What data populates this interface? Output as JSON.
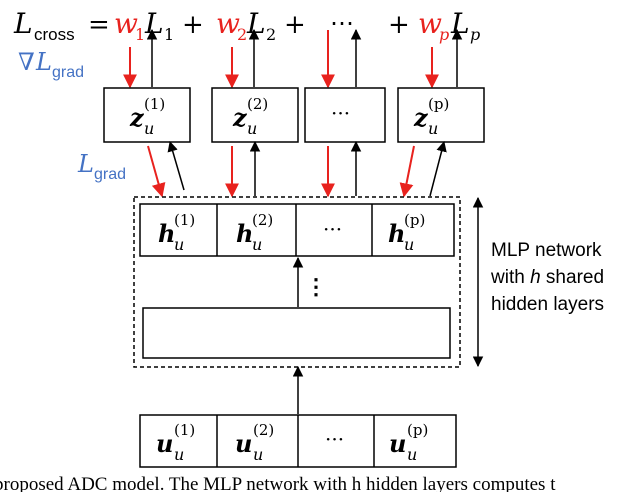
{
  "colors": {
    "ink": "#000000",
    "red": "#e8221e",
    "blue": "#4472c4"
  },
  "top_equation": {
    "lhs_symbol": "L",
    "lhs_sub": "cross",
    "equals": "=",
    "terms": [
      {
        "weight": "w",
        "weight_sub": "1",
        "loss": "L",
        "loss_sub": "1"
      },
      {
        "weight": "w",
        "weight_sub": "2",
        "loss": "L",
        "loss_sub": "2"
      },
      {
        "weight": "w",
        "weight_sub": "p",
        "loss": "L",
        "loss_sub": "p"
      }
    ],
    "plus": "+",
    "ellipsis": "⋯"
  },
  "labels": {
    "nabla": "∇",
    "grad_symbol": "L",
    "grad_sub": "grad"
  },
  "z_boxes": {
    "symbol": "z",
    "sub": "u",
    "sups": [
      "(1)",
      "(2)",
      "(p)"
    ],
    "ellipsis": "···"
  },
  "h_boxes": {
    "symbol": "h",
    "sub": "u",
    "sups": [
      "(1)",
      "(2)",
      "(p)"
    ],
    "ellipsis": "···"
  },
  "u_boxes": {
    "symbol": "u",
    "sub": "u",
    "sups": [
      "(1)",
      "(2)",
      "(p)"
    ],
    "ellipsis": "···"
  },
  "vertical_dots": "⋮",
  "mlp_label": {
    "line1": "MLP network",
    "line2_pre": "with ",
    "line2_var": "h",
    "line2_post": " shared",
    "line3": "hidden layers"
  },
  "caption_partial": "proposed ADC model. The MLP network with h hidden layers computes t"
}
